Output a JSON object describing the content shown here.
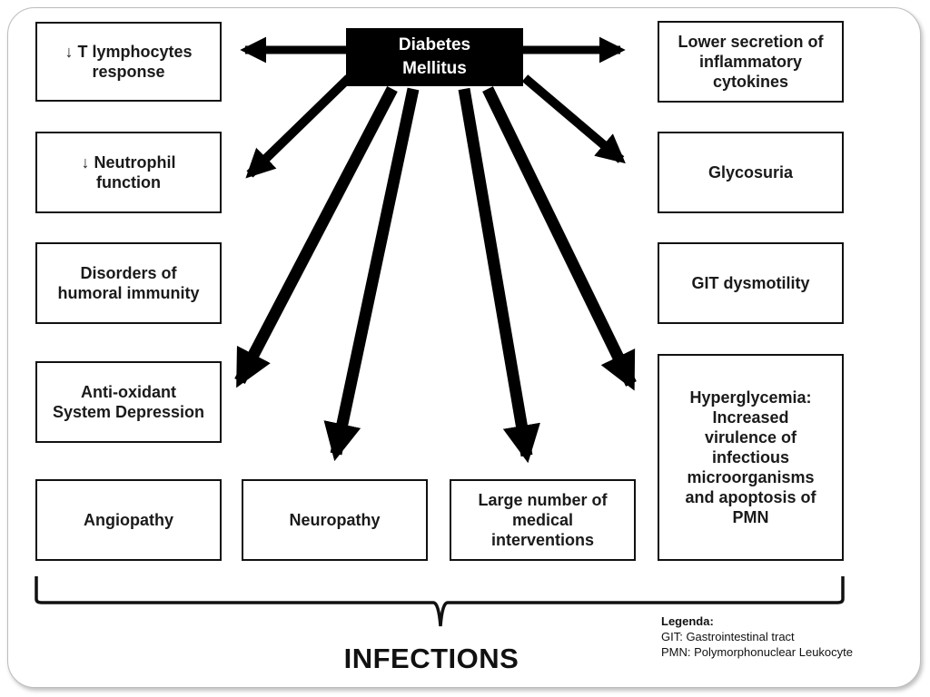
{
  "center": {
    "label": "Diabetes\nMellitus"
  },
  "left_boxes": [
    {
      "label": "↓ T lymphocytes\nresponse"
    },
    {
      "label": "↓ Neutrophil\nfunction"
    },
    {
      "label": "Disorders of\nhumoral immunity"
    },
    {
      "label": "Anti-oxidant\nSystem Depression"
    }
  ],
  "right_boxes": [
    {
      "label": "Lower secretion of\ninflammatory\ncytokines"
    },
    {
      "label": "Glycosuria"
    },
    {
      "label": "GIT dysmotility"
    },
    {
      "label": "Hyperglycemia:\nIncreased\nvirulence of\ninfectious\nmicroorganisms\nand apoptosis of\nPMN"
    }
  ],
  "bottom_boxes": [
    {
      "label": "Angiopathy"
    },
    {
      "label": "Neuropathy"
    },
    {
      "label": "Large number of\nmedical\ninterventions"
    }
  ],
  "outcome": {
    "label": "INFECTIONS"
  },
  "legend": {
    "title": "Legenda:",
    "items": [
      "GIT: Gastrointestinal tract",
      "PMN: Polymorphonuclear Leukocyte"
    ]
  },
  "colors": {
    "line": "#000000",
    "box_border": "#111111",
    "center_fill": "#000000",
    "center_text": "#ffffff"
  }
}
